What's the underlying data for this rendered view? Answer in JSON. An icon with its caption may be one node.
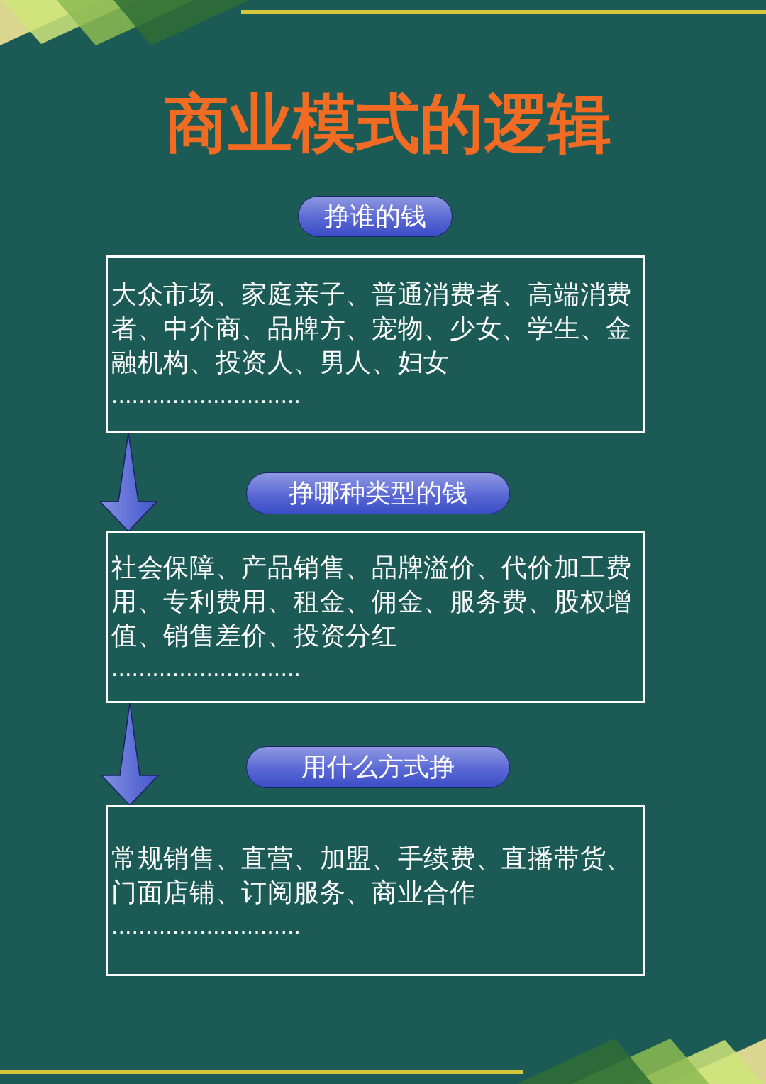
{
  "diagram": {
    "title": "商业模式的逻辑",
    "nodes": [
      {
        "text": [
          "挣谁的钱"
        ]
      },
      {
        "text": [
          "大众市场、家庭亲子、普通消费者、高端消费者、中介商、品牌方、宠物、少女、学生、金融机构、投资人、男人、妇女",
          "............................"
        ]
      },
      {
        "text": [
          "挣哪种类型的钱"
        ]
      },
      {
        "text": [
          "社会保障、产品销售、品牌溢价、代价加工费用、专利费用、租金、佣金、服务费、股权增值、销售差价、投资分红",
          "............................"
        ]
      },
      {
        "text": [
          "用什么方式挣"
        ]
      },
      {
        "text": [
          "常规销售、直营、加盟、手续费、直播带货、门面店铺、订阅服务、商业合作",
          "............................"
        ]
      }
    ],
    "edges": [
      {
        "from": 1,
        "to": 3,
        "arrow": "to"
      },
      {
        "from": 3,
        "to": 5,
        "arrow": "to"
      }
    ]
  }
}
